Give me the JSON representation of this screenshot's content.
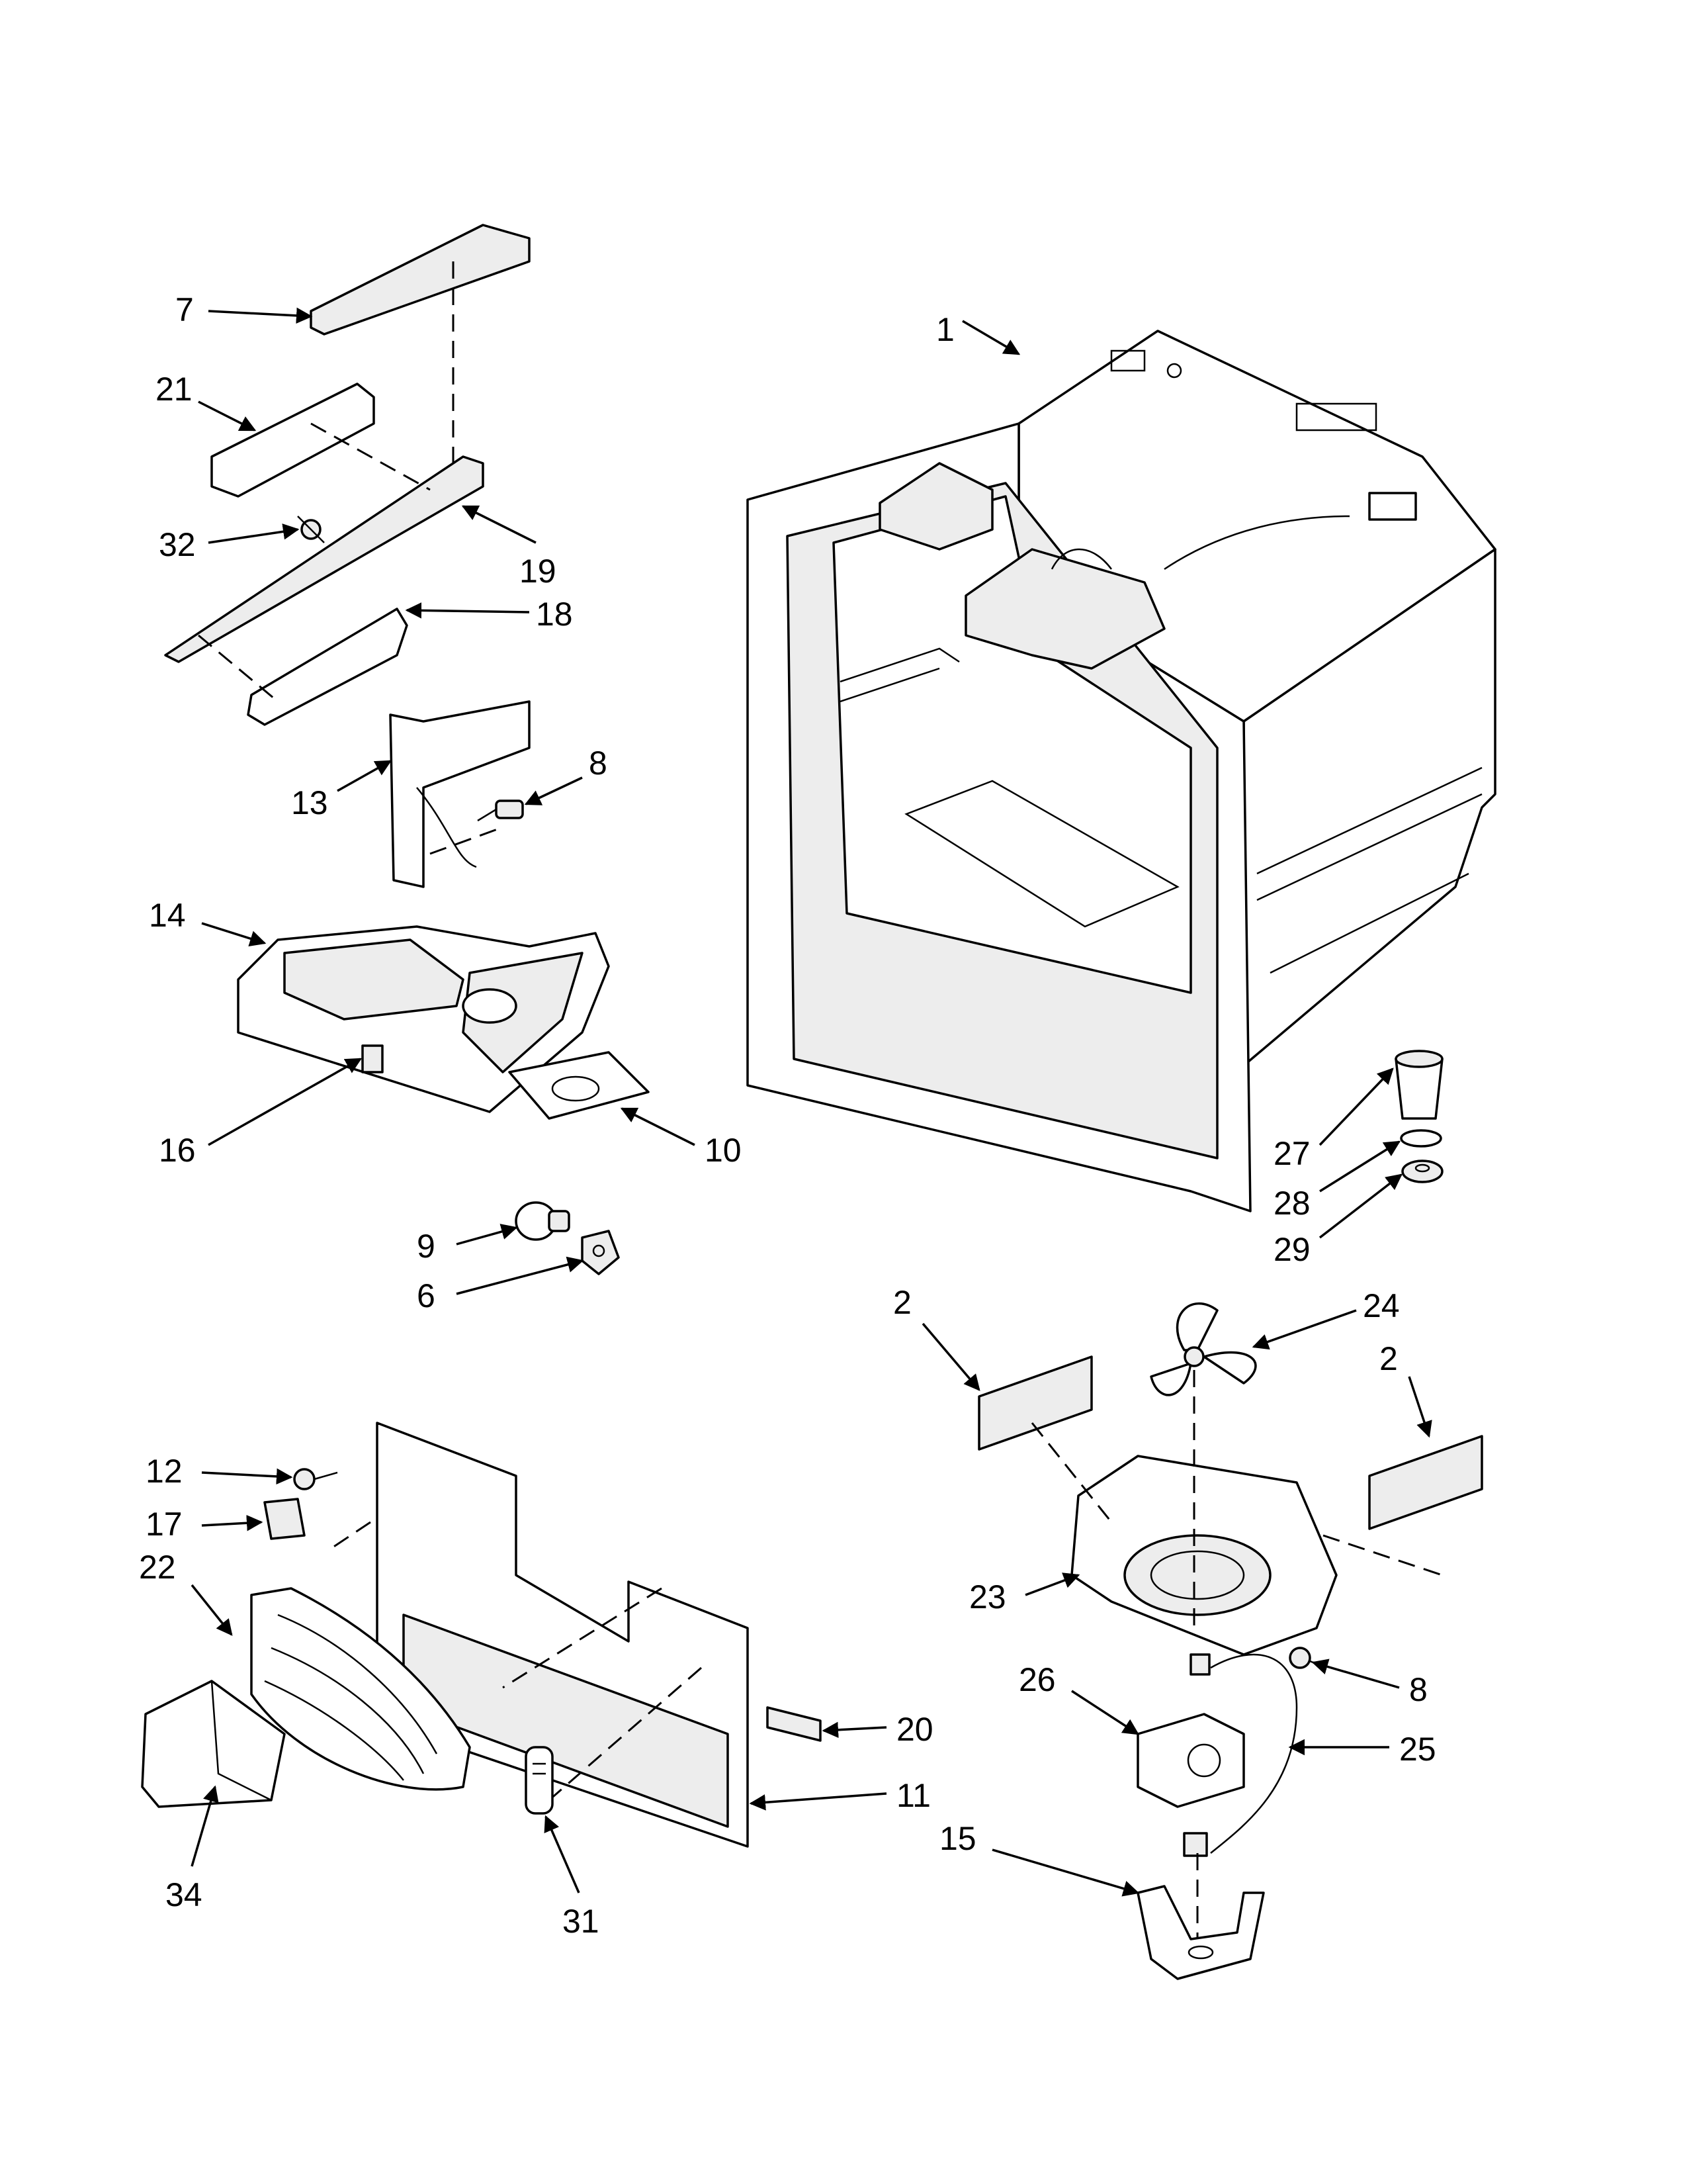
{
  "callouts": [
    {
      "id": "c1",
      "label": "1"
    },
    {
      "id": "c2a",
      "label": "2"
    },
    {
      "id": "c2b",
      "label": "2"
    },
    {
      "id": "c6",
      "label": "6"
    },
    {
      "id": "c7",
      "label": "7"
    },
    {
      "id": "c8a",
      "label": "8"
    },
    {
      "id": "c8b",
      "label": "8"
    },
    {
      "id": "c9",
      "label": "9"
    },
    {
      "id": "c10",
      "label": "10"
    },
    {
      "id": "c11",
      "label": "11"
    },
    {
      "id": "c12",
      "label": "12"
    },
    {
      "id": "c13",
      "label": "13"
    },
    {
      "id": "c14",
      "label": "14"
    },
    {
      "id": "c15",
      "label": "15"
    },
    {
      "id": "c16",
      "label": "16"
    },
    {
      "id": "c17",
      "label": "17"
    },
    {
      "id": "c18",
      "label": "18"
    },
    {
      "id": "c19",
      "label": "19"
    },
    {
      "id": "c20",
      "label": "20"
    },
    {
      "id": "c21",
      "label": "21"
    },
    {
      "id": "c22",
      "label": "22"
    },
    {
      "id": "c23",
      "label": "23"
    },
    {
      "id": "c24",
      "label": "24"
    },
    {
      "id": "c25",
      "label": "25"
    },
    {
      "id": "c26",
      "label": "26"
    },
    {
      "id": "c27",
      "label": "27"
    },
    {
      "id": "c28",
      "label": "28"
    },
    {
      "id": "c29",
      "label": "29"
    },
    {
      "id": "c31",
      "label": "31"
    },
    {
      "id": "c32",
      "label": "32"
    },
    {
      "id": "c34",
      "label": "34"
    }
  ]
}
